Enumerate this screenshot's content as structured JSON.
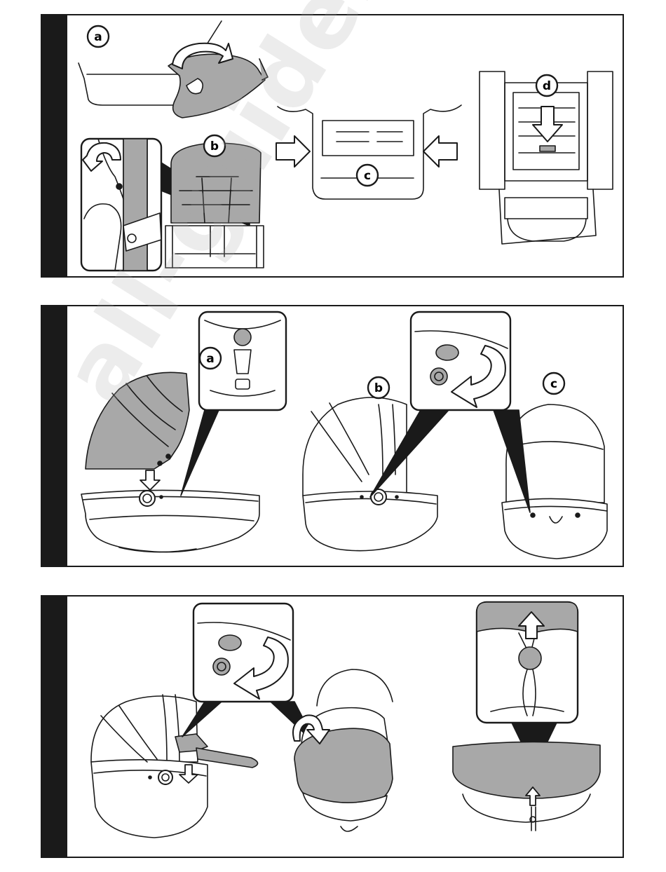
{
  "colors": {
    "ink": "#1a1a1a",
    "fabric": "#a8a8a8",
    "paper": "#ffffff"
  },
  "panel1": {
    "labels": {
      "a": "a",
      "b": "b",
      "c": "c",
      "d": "d"
    }
  },
  "panel2": {
    "labels": {
      "a": "a",
      "b": "b",
      "c": "c"
    }
  },
  "panel3": {},
  "watermark": "all-guides.com"
}
